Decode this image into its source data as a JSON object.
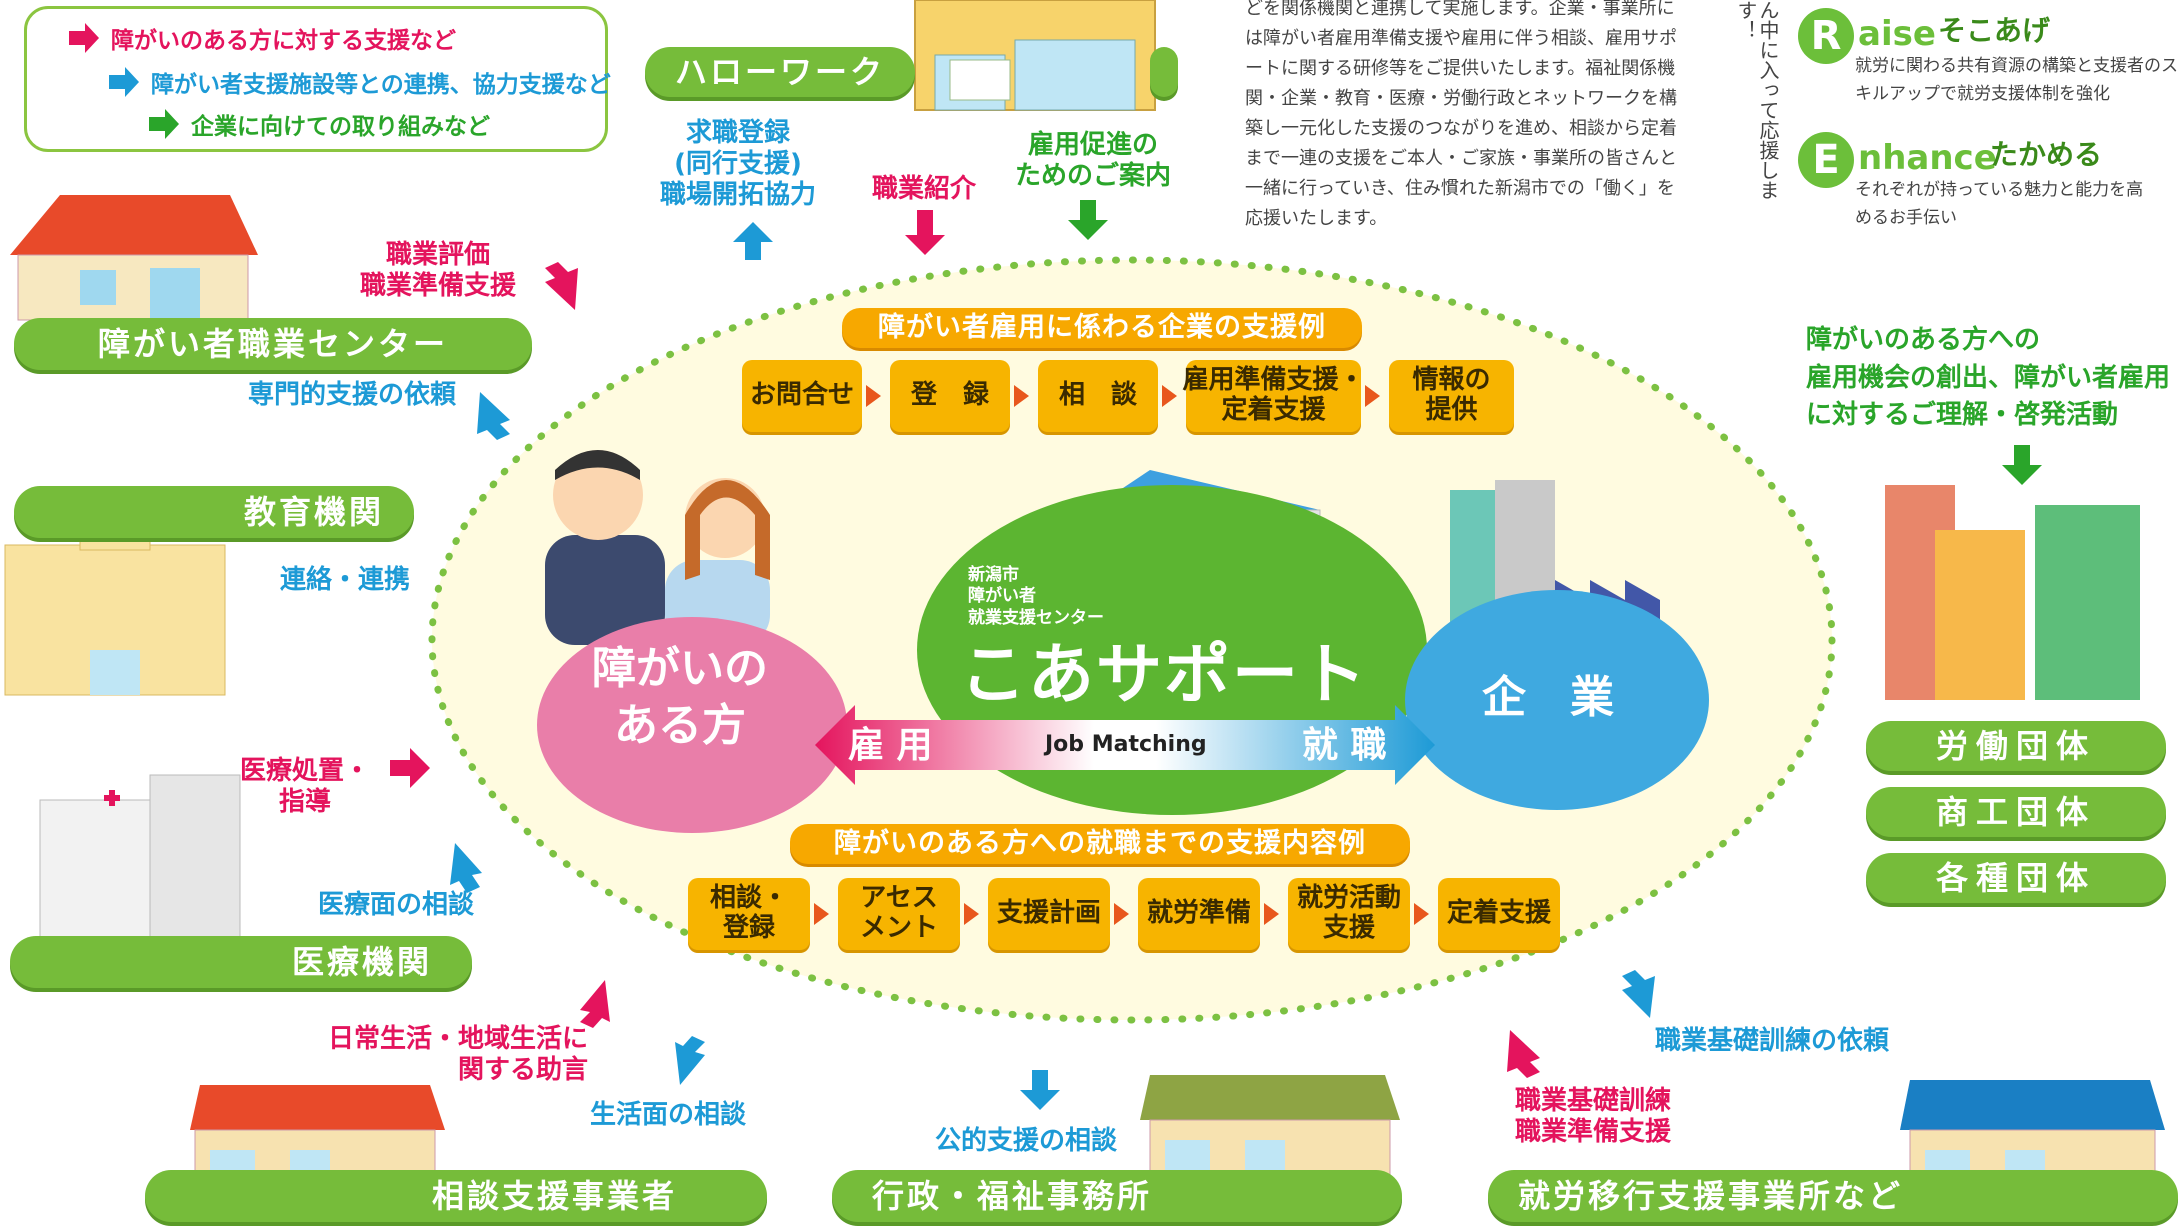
{
  "legend": {
    "item1": "障がいのある方に対する支援など",
    "item2": "障がい者支援施設等との連携、協力支援など",
    "item3": "企業に向けての取り組みなど"
  },
  "hellowork": {
    "name": "ハローワーク"
  },
  "hw_labels": {
    "job_register": "求職登録\n(同行支援)\n職場開拓協力",
    "placement": "職業紹介",
    "promotion": "雇用促進の\nためのご案内"
  },
  "intro_text": "どを関係機関と連携して実施します。企業・事業所には障がい者雇用準備支援や雇用に伴う相談、雇用サポートに関する研修等をご提供いたします。福祉関係機関・企業・教育・医療・労働行政とネットワークを構築し一元化した支援のつながりを進め、相談から定着まで一連の支援をご本人・ご家族・事業所の皆さんと一緒に行っていき、住み慣れた新潟市での「働く」を応援いたします。",
  "vertical_text": "ん中に入って応援します！",
  "raise": {
    "letter": "R",
    "word": "aise",
    "jp": "そこあげ",
    "desc": "就労に関わる共有資源の構築と支援者のスキルアップで就労支援体制を強化"
  },
  "enhance": {
    "letter": "E",
    "word": "nhance",
    "jp": "たかめる",
    "desc": "それぞれが持っている魅力と能力を高めるお手伝い"
  },
  "vocational_center": {
    "name": "障がい者職業センター",
    "eval": "職業評価\n職業準備支援",
    "request": "専門的支援の依頼"
  },
  "education": {
    "name": "教育機関",
    "link": "連絡・連携"
  },
  "medical": {
    "name": "医療機関",
    "treatment": "医療処置・\n指導",
    "consult": "医療面の相談"
  },
  "consultation": {
    "name": "相談支援事業者",
    "advice": "日常生活・地域生活に\n関する助言",
    "life": "生活面の相談"
  },
  "admin": {
    "name": "行政・福祉事務所",
    "public": "公的支援の相談"
  },
  "transition": {
    "name": "就労移行支援事業所など",
    "request": "職業基礎訓練の依頼",
    "training": "職業基礎訓練\n職業準備支援"
  },
  "orgs": {
    "title": "障がいのある方への\n雇用機会の創出、障がい者雇用\nに対するご理解・啓発活動",
    "labor": "労働団体",
    "commerce": "商工団体",
    "various": "各種団体"
  },
  "company_support": {
    "title": "障がい者雇用に係わる企業の支援例",
    "steps": [
      "お問合せ",
      "登　録",
      "相　談",
      "雇用準備支援・\n定着支援",
      "情報の\n提供"
    ]
  },
  "person_support": {
    "title": "障がいのある方への就職までの支援内容例",
    "steps": [
      "相談・\n登録",
      "アセス\nメント",
      "支援計画",
      "就労準備",
      "就労活動\n支援",
      "定着支援"
    ]
  },
  "center": {
    "sub": "新潟市\n障がい者\n就業支援センター",
    "name": "こあサポート"
  },
  "person_circle": "障がいの\nある方",
  "company_circle": "企　業",
  "matching": {
    "left": "雇 用",
    "middle": "Job Matching",
    "right": "就 職"
  },
  "colors": {
    "green": "#76bc3a",
    "pink": "#e4145d",
    "blue": "#1d9ad6",
    "orange": "#f7b400",
    "center_green": "#5cb531",
    "pink_circle": "#e97ea9",
    "blue_circle": "#3fa9e0"
  }
}
